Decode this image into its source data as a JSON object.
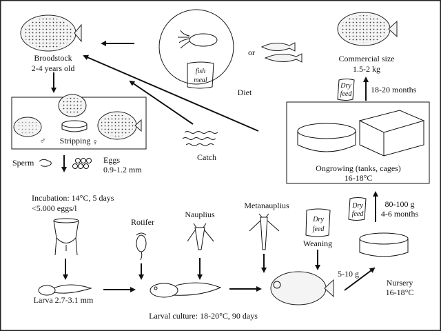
{
  "labels": {
    "broodstock": "Broodstock",
    "broodstock_age": "2-4 years old",
    "diet": "Diet",
    "fish_meal_1": "fish",
    "fish_meal_2": "meal",
    "or": "or",
    "commercial_size": "Commercial size",
    "commercial_weight": "1.5-2 kg",
    "dry_1": "Dry",
    "feed_1": "feed",
    "ongrowing_duration": "18-20 months",
    "ongrowing": "Ongrowing (tanks, cages)",
    "ongrowing_temp": "16-18°C",
    "catch": "Catch",
    "stripping": "Stripping",
    "male_symbol": "♂",
    "female_symbol": "♀",
    "sperm": "Sperm",
    "eggs": "Eggs",
    "eggs_size": "0.9-1.2 mm",
    "incubation": "Incubation: 14°C, 5 days",
    "incubation_density": "<5.000 eggs/l",
    "rotifer": "Rotifer",
    "nauplius": "Nauplius",
    "metanauplius": "Metanauplius",
    "dry_2": "Dry",
    "feed_2": "feed",
    "weaning": "Weaning",
    "larva": "Larva 2.7-3.1 mm",
    "larval_culture": "Larval culture: 18-20°C, 90 days",
    "juvenile_weight": "5-10 g",
    "nursery": "Nursery",
    "nursery_temp": "16-18°C",
    "dry_3": "Dry",
    "feed_3": "feed",
    "nursery_weight": "80-100 g",
    "nursery_duration": "4-6 months"
  }
}
